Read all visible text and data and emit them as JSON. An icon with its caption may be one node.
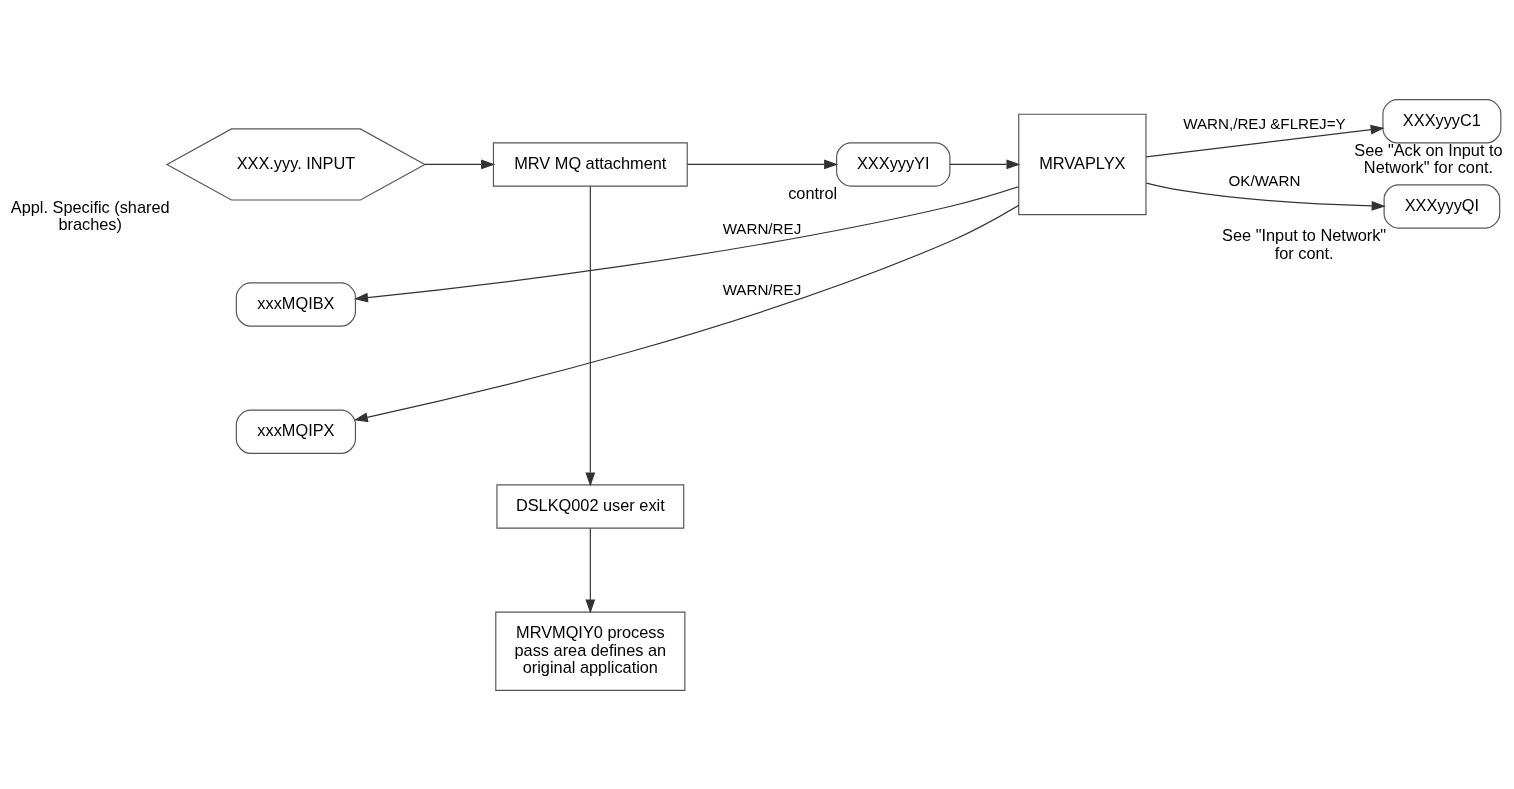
{
  "diagram": {
    "nodes": [
      {
        "text": [
          "XXX.yyy. INPUT"
        ],
        "beside": [
          "Appl. Specific (shared braches)"
        ]
      },
      {
        "text": [
          "MRV MQ attachment"
        ]
      },
      {
        "text": [
          "DSLKQ002 user exit"
        ]
      },
      {
        "text": [
          "MRVMQIY0 process pass area defines an original application"
        ]
      },
      {
        "text": [
          "XXXyyyYI"
        ],
        "beside": [
          "control"
        ]
      },
      {
        "text": [
          "MRVAPLYX"
        ]
      },
      {
        "text": [
          "XXXyyyC1"
        ],
        "beside": [
          "See \"Ack on Input to Network\" for cont."
        ]
      },
      {
        "text": [
          "XXXyyyQI"
        ],
        "beside": [
          "See \"Input to Network\" for cont."
        ]
      },
      {
        "text": [
          "xxxMQIBX"
        ]
      },
      {
        "text": [
          "xxxMQIPX"
        ]
      }
    ],
    "edges": [
      {
        "from": 0,
        "to": 1,
        "arrow": "to"
      },
      {
        "from": 1,
        "to": 4,
        "arrow": "to"
      },
      {
        "from": 4,
        "to": 5,
        "arrow": "to"
      },
      {
        "from": 1,
        "to": 2,
        "arrow": "to"
      },
      {
        "from": 2,
        "to": 3,
        "arrow": "to"
      },
      {
        "from": 5,
        "to": 6,
        "arrow": "to",
        "label": "WARN,/REJ &FLREJ=Y"
      },
      {
        "from": 5,
        "to": 7,
        "arrow": "to",
        "label": "OK/WARN"
      },
      {
        "from": 5,
        "to": 8,
        "arrow": "to",
        "label": "WARN/REJ"
      },
      {
        "from": 5,
        "to": 9,
        "arrow": "to",
        "label": "WARN/REJ"
      }
    ]
  }
}
